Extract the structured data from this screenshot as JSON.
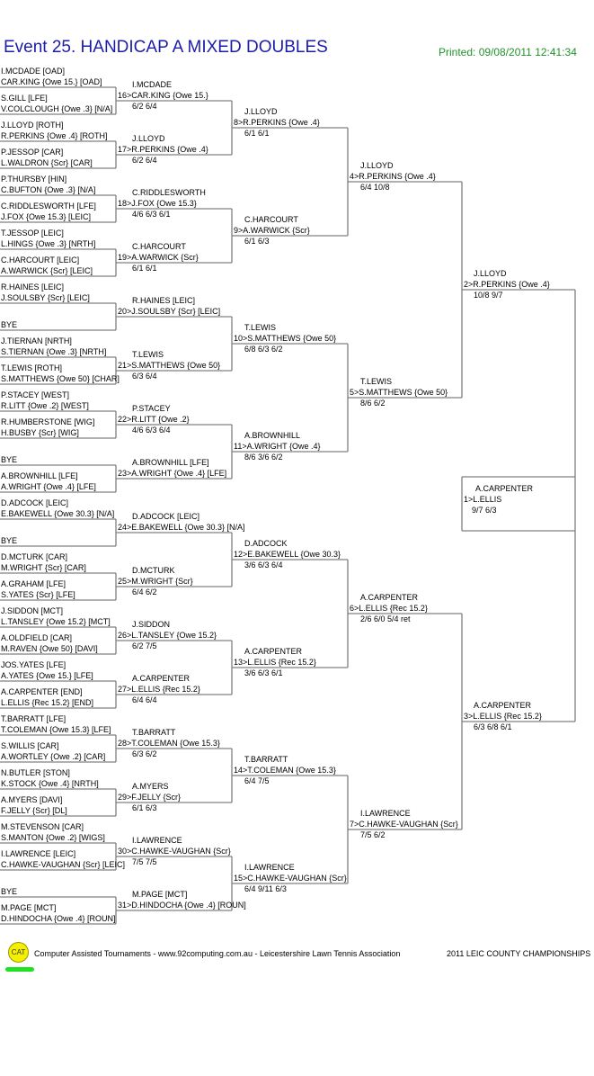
{
  "header": {
    "title": "Event 25. HANDICAP A MIXED DOUBLES",
    "printed": "Printed: 09/08/2011 12:41:34"
  },
  "round1": [
    [
      [
        "I.MCDADE [OAD]",
        "CAR.KING {Owe 15.} [OAD]"
      ],
      [
        "S.GILL [LFE]",
        "V.COLCLOUGH {Owe .3} [N/A]"
      ]
    ],
    [
      [
        "J.LLOYD [ROTH]",
        "R.PERKINS {Owe .4} [ROTH]"
      ],
      [
        "P.JESSOP [CAR]",
        "L.WALDRON {Scr} [CAR]"
      ]
    ],
    [
      [
        "P.THURSBY [HIN]",
        "C.BUFTON {Owe .3} [N/A]"
      ],
      [
        "C.RIDDLESWORTH [LFE]",
        "J.FOX {Owe 15.3} [LEIC]"
      ]
    ],
    [
      [
        "T.JESSOP [LEIC]",
        "L.HINGS {Owe .3} [NRTH]"
      ],
      [
        "C.HARCOURT [LEIC]",
        "A.WARWICK {Scr} [LEIC]"
      ]
    ],
    [
      [
        "R.HAINES [LEIC]",
        "J.SOULSBY {Scr} [LEIC]"
      ],
      [
        "",
        "BYE"
      ]
    ],
    [
      [
        "J.TIERNAN [NRTH]",
        "S.TIERNAN {Owe .3} [NRTH]"
      ],
      [
        "T.LEWIS [ROTH]",
        "S.MATTHEWS {Owe 50} [CHAR]"
      ]
    ],
    [
      [
        "P.STACEY [WEST]",
        "R.LITT {Owe .2} [WEST]"
      ],
      [
        "R.HUMBERSTONE [WIG]",
        "H.BUSBY {Scr} [WIG]"
      ]
    ],
    [
      [
        "",
        "BYE"
      ],
      [
        "A.BROWNHILL [LFE]",
        "A.WRIGHT {Owe .4} [LFE]"
      ]
    ],
    [
      [
        "D.ADCOCK [LEIC]",
        "E.BAKEWELL {Owe 30.3} [N/A]"
      ],
      [
        "",
        "BYE"
      ]
    ],
    [
      [
        "D.MCTURK [CAR]",
        "M.WRIGHT {Scr} [CAR]"
      ],
      [
        "A.GRAHAM [LFE]",
        "S.YATES {Scr} [LFE]"
      ]
    ],
    [
      [
        "J.SIDDON [MCT]",
        "L.TANSLEY {Owe 15.2} [MCT]"
      ],
      [
        "A.OLDFIELD [CAR]",
        "M.RAVEN {Owe 50} [DAVI]"
      ]
    ],
    [
      [
        "JOS.YATES [LFE]",
        "A.YATES {Owe 15.} [LFE]"
      ],
      [
        "A.CARPENTER [END]",
        "L.ELLIS {Rec 15.2} [END]"
      ]
    ],
    [
      [
        "T.BARRATT [LFE]",
        "T.COLEMAN {Owe 15.3} [LFE]"
      ],
      [
        "S.WILLIS [CAR]",
        "A.WORTLEY {Owe .2} [CAR]"
      ]
    ],
    [
      [
        "N.BUTLER [STON]",
        "K.STOCK {Owe .4} [NRTH]"
      ],
      [
        "A.MYERS [DAVI]",
        "F.JELLY {Scr} [DL]"
      ]
    ],
    [
      [
        "M.STEVENSON [CAR]",
        "S.MANTON {Owe .2} [WIGS]"
      ],
      [
        "I.LAWRENCE [LEIC]",
        "C.HAWKE-VAUGHAN {Scr} [LEIC]"
      ]
    ],
    [
      [
        "",
        "BYE"
      ],
      [
        "M.PAGE [MCT]",
        "D.HINDOCHA {Owe .4} [ROUN]"
      ]
    ]
  ],
  "rounds": [
    [
      {
        "num": "16",
        "name": "I.MCDADE",
        "partner": "CAR.KING {Owe 15.}",
        "score": "6/2 6/4"
      },
      {
        "num": "17",
        "name": "J.LLOYD",
        "partner": "R.PERKINS {Owe .4}",
        "score": "6/2 6/4"
      },
      {
        "num": "18",
        "name": "C.RIDDLESWORTH",
        "partner": "J.FOX {Owe 15.3}",
        "score": "4/6 6/3 6/1"
      },
      {
        "num": "19",
        "name": "C.HARCOURT",
        "partner": "A.WARWICK {Scr}",
        "score": "6/1 6/1"
      },
      {
        "num": "20",
        "name": "R.HAINES [LEIC]",
        "partner": "J.SOULSBY {Scr} [LEIC]",
        "score": ""
      },
      {
        "num": "21",
        "name": "T.LEWIS",
        "partner": "S.MATTHEWS {Owe 50}",
        "score": "6/3 6/4"
      },
      {
        "num": "22",
        "name": "P.STACEY",
        "partner": "R.LITT {Owe .2}",
        "score": "4/6 6/3 6/4"
      },
      {
        "num": "23",
        "name": "A.BROWNHILL [LFE]",
        "partner": "A.WRIGHT {Owe .4} [LFE]",
        "score": ""
      },
      {
        "num": "24",
        "name": "D.ADCOCK [LEIC]",
        "partner": "E.BAKEWELL {Owe 30.3} [N/A]",
        "score": ""
      },
      {
        "num": "25",
        "name": "D.MCTURK",
        "partner": "M.WRIGHT {Scr}",
        "score": "6/4 6/2"
      },
      {
        "num": "26",
        "name": "J.SIDDON",
        "partner": "L.TANSLEY {Owe 15.2}",
        "score": "6/2 7/5"
      },
      {
        "num": "27",
        "name": "A.CARPENTER",
        "partner": "L.ELLIS {Rec 15.2}",
        "score": "6/4 6/4"
      },
      {
        "num": "28",
        "name": "T.BARRATT",
        "partner": "T.COLEMAN {Owe 15.3}",
        "score": "6/3 6/2"
      },
      {
        "num": "29",
        "name": "A.MYERS",
        "partner": "F.JELLY {Scr}",
        "score": "6/1 6/3"
      },
      {
        "num": "30",
        "name": "I.LAWRENCE",
        "partner": "C.HAWKE-VAUGHAN {Scr}",
        "score": "7/5 7/5"
      },
      {
        "num": "31",
        "name": "M.PAGE [MCT]",
        "partner": "D.HINDOCHA {Owe .4} [ROUN]",
        "score": ""
      }
    ],
    [
      {
        "num": "8",
        "name": "J.LLOYD",
        "partner": "R.PERKINS {Owe .4}",
        "score": "6/1 6/1"
      },
      {
        "num": "9",
        "name": "C.HARCOURT",
        "partner": "A.WARWICK {Scr}",
        "score": "6/1 6/3"
      },
      {
        "num": "10",
        "name": "T.LEWIS",
        "partner": "S.MATTHEWS {Owe 50}",
        "score": "6/8 6/3 6/2"
      },
      {
        "num": "11",
        "name": "A.BROWNHILL",
        "partner": "A.WRIGHT {Owe .4}",
        "score": "8/6 3/6 6/2"
      },
      {
        "num": "12",
        "name": "D.ADCOCK",
        "partner": "E.BAKEWELL {Owe 30.3}",
        "score": "3/6 6/3 6/4"
      },
      {
        "num": "13",
        "name": "A.CARPENTER",
        "partner": "L.ELLIS {Rec 15.2}",
        "score": "3/6 6/3 6/1"
      },
      {
        "num": "14",
        "name": "T.BARRATT",
        "partner": "T.COLEMAN {Owe 15.3}",
        "score": "6/4 7/5"
      },
      {
        "num": "15",
        "name": "I.LAWRENCE",
        "partner": "C.HAWKE-VAUGHAN {Scr}",
        "score": "6/4 9/11 6/3"
      }
    ],
    [
      {
        "num": "4",
        "name": "J.LLOYD",
        "partner": "R.PERKINS {Owe .4}",
        "score": "6/4 10/8"
      },
      {
        "num": "5",
        "name": "T.LEWIS",
        "partner": "S.MATTHEWS {Owe 50}",
        "score": "8/6 6/2"
      },
      {
        "num": "6",
        "name": "A.CARPENTER",
        "partner": "L.ELLIS {Rec 15.2}",
        "score": "2/6 6/0 5/4 ret"
      },
      {
        "num": "7",
        "name": "I.LAWRENCE",
        "partner": "C.HAWKE-VAUGHAN {Scr}",
        "score": "7/5 6/2"
      }
    ],
    [
      {
        "num": "2",
        "name": "J.LLOYD",
        "partner": "R.PERKINS {Owe .4}",
        "score": "10/8 9/7"
      },
      {
        "num": "3",
        "name": "A.CARPENTER",
        "partner": "L.ELLIS {Rec 15.2}",
        "score": "6/3 6/8 6/1"
      }
    ],
    [
      {
        "num": "1",
        "name": "A.CARPENTER",
        "partner": "L.ELLIS",
        "score": "9/7 6/3"
      }
    ]
  ],
  "footer": {
    "logo": "CAT",
    "credit": "Computer Assisted Tournaments - www.92computing.com.au -  Leicestershire Lawn Tennis Association",
    "event": "2011 LEIC COUNTY CHAMPIONSHIPS"
  },
  "colors": {
    "title": "#1c1ca8",
    "printed": "#22922a",
    "lines": "#808080",
    "logo": "#f4f000",
    "logo_bar": "#22e022"
  }
}
